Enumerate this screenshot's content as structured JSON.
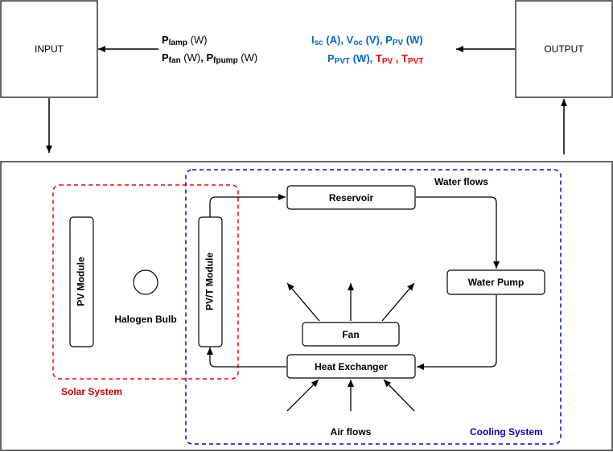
{
  "blocks": {
    "input": "INPUT",
    "output": "OUTPUT",
    "pv_module": "PV Module",
    "pvt_module": "PV/T Module",
    "halogen_bulb": "Halogen Bulb",
    "reservoir": "Reservoir",
    "water_pump": "Water Pump",
    "fan": "Fan",
    "heat_exchanger": "Heat Exchanger"
  },
  "labels": {
    "water_flows": "Water flows",
    "air_flows": "Air flows",
    "solar_system": "Solar System",
    "cooling_system": "Cooling System"
  },
  "inputs": {
    "p": "P",
    "lamp_sub": "lamp",
    "unit_w": " (W)",
    "fan_sub": "fan",
    "fpump_sub": "fpump",
    "sep": ", "
  },
  "outputs": {
    "i": "I",
    "sc_sub": "sc",
    "unit_a": " (A), ",
    "v": "V",
    "oc_sub": "oc",
    "unit_v": " (V), ",
    "p": "P",
    "pv_sub": "PV",
    "unit_w": " (W)",
    "pvt_sub": "PVT",
    "unit_w2": " (W), ",
    "t": "T",
    "sep": " , "
  },
  "colors": {
    "blue_text": "#0066cc",
    "red_text": "#ff0000",
    "solar_border": "#ff0000",
    "cooling_border": "#0000ff",
    "cooling_label": "#0000cc",
    "solar_label": "#cc0000"
  }
}
